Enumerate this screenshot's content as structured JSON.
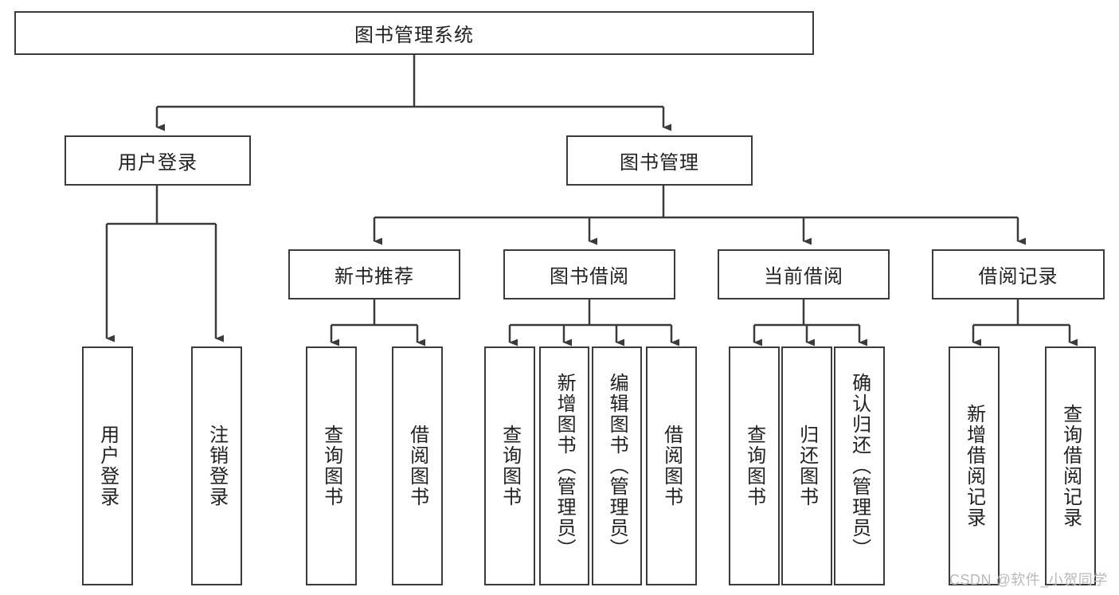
{
  "diagram": {
    "title": "图书管理系统",
    "type": "tree-hierarchy-diagram",
    "root": {
      "label": "图书管理系统"
    },
    "level2": [
      {
        "label": "用户登录"
      },
      {
        "label": "图书管理"
      }
    ],
    "level3": [
      {
        "label": "新书推荐"
      },
      {
        "label": "图书借阅"
      },
      {
        "label": "当前借阅"
      },
      {
        "label": "借阅记录"
      }
    ],
    "leaves": {
      "user_login": [
        {
          "label": "用户登录"
        },
        {
          "label": "注销登录"
        }
      ],
      "new_book_recommend": [
        {
          "label": "查询图书"
        },
        {
          "label": "借阅图书"
        }
      ],
      "book_borrow": [
        {
          "label": "查询图书"
        },
        {
          "label": "新增图书（管理员）"
        },
        {
          "label": "编辑图书（管理员）"
        },
        {
          "label": "借阅图书"
        }
      ],
      "current_borrow": [
        {
          "label": "查询图书"
        },
        {
          "label": "归还图书"
        },
        {
          "label": "确认归还（管理员）"
        }
      ],
      "borrow_record": [
        {
          "label": "新增借阅记录"
        },
        {
          "label": "查询借阅记录"
        }
      ]
    },
    "watermark": "CSDN @软件_小贺同学",
    "colors": {
      "stroke": "#3b3b3b",
      "fill": "#ffffff",
      "text": "#222222",
      "watermark": "#b9b9b9"
    }
  }
}
